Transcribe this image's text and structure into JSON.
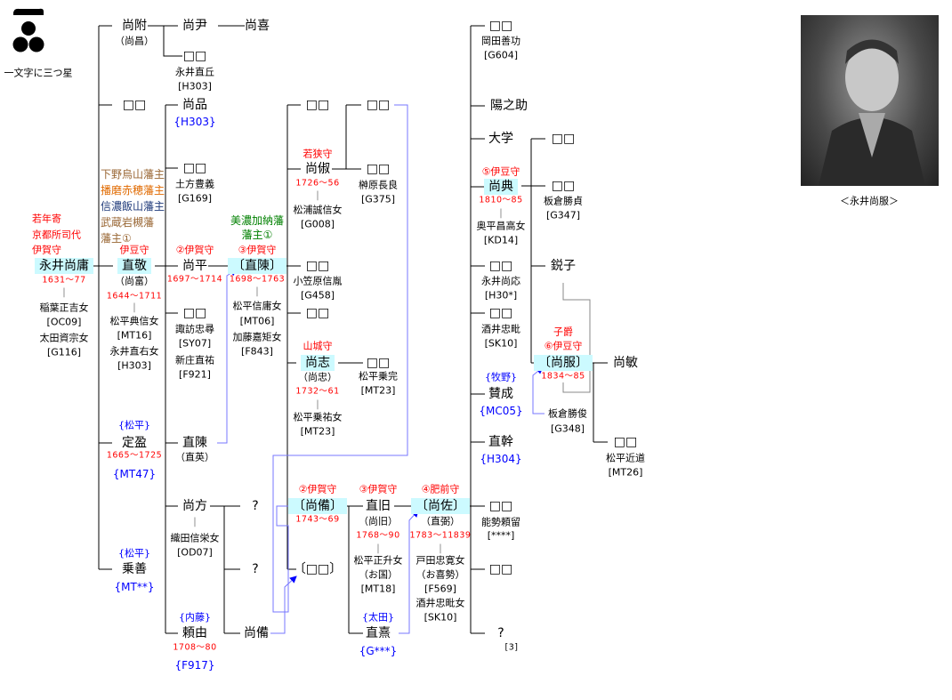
{
  "colors": {
    "red": "#ff0000",
    "blue": "#0000ff",
    "green": "#008000",
    "brown": "#996633",
    "orange": "#e06a00",
    "navy": "#1f3a7a",
    "highlight": "#ccfaff",
    "bluewire": "#7777ff"
  },
  "crest": {
    "label": "一文字に三つ星"
  },
  "portrait": {
    "caption": "＜永井尚服＞"
  },
  "nodes": [
    {
      "id": "naohisa_titles",
      "lines": [
        {
          "text": "若年寄",
          "kind": "title",
          "color": "#ff0000"
        },
        {
          "text": "京都所司代",
          "kind": "title",
          "color": "#ff0000"
        },
        {
          "text": "伊賀守",
          "kind": "title",
          "color": "#ff0000"
        }
      ]
    },
    {
      "id": "naohisa",
      "lines": [
        {
          "text": "永井尚庸",
          "kind": "name",
          "hl": true
        },
        {
          "text": "1631〜77",
          "kind": "date",
          "color": "#ff0000"
        },
        {
          "text": "|",
          "kind": "bar"
        },
        {
          "text": "稲葉正吉女",
          "kind": "note"
        },
        {
          "text": "[OC09]",
          "kind": "note"
        },
        {
          "text": "太田資宗女",
          "kind": "note"
        },
        {
          "text": "[G116]",
          "kind": "note"
        }
      ]
    },
    {
      "id": "naotsuku",
      "lines": [
        {
          "text": "尚附",
          "kind": "name"
        },
        {
          "text": "（尚昌）",
          "kind": "note"
        }
      ]
    },
    {
      "id": "unk_b2",
      "lines": [
        {
          "text": "□□",
          "kind": "name"
        }
      ]
    },
    {
      "id": "domains",
      "lines": [
        {
          "text": "下野烏山藩主",
          "kind": "tag",
          "color": "#996633"
        },
        {
          "text": "播磨赤穂藩主",
          "kind": "tag",
          "color": "#e06a00"
        },
        {
          "text": "信濃飯山藩主",
          "kind": "tag",
          "color": "#1f3a7a"
        },
        {
          "text": "武蔵岩槻藩",
          "kind": "tag",
          "color": "#996633"
        },
        {
          "text": "藩主①",
          "kind": "tag",
          "color": "#996633"
        }
      ]
    },
    {
      "id": "naohiro",
      "lines": [
        {
          "text": "伊豆守",
          "kind": "title",
          "color": "#ff0000"
        },
        {
          "text": "直敬",
          "kind": "name",
          "hl": true
        },
        {
          "text": "（尚富）",
          "kind": "note"
        },
        {
          "text": "1644〜1711",
          "kind": "date",
          "color": "#ff0000"
        },
        {
          "text": "|",
          "kind": "bar"
        },
        {
          "text": "松平典信女",
          "kind": "note"
        },
        {
          "text": "[MT16]",
          "kind": "note"
        },
        {
          "text": "永井直右女",
          "kind": "note"
        },
        {
          "text": "[H303]",
          "kind": "note"
        }
      ]
    },
    {
      "id": "sadamitsu",
      "lines": [
        {
          "text": "{松平}",
          "kind": "note",
          "color": "#0000ff"
        },
        {
          "text": "定盈",
          "kind": "name"
        },
        {
          "text": "1665〜1725",
          "kind": "date",
          "color": "#ff0000"
        },
        {
          "text": "{MT47}",
          "kind": "tag",
          "color": "#0000ff"
        }
      ]
    },
    {
      "id": "noriyoshi",
      "lines": [
        {
          "text": "{松平}",
          "kind": "note",
          "color": "#0000ff"
        },
        {
          "text": "乗善",
          "kind": "name"
        },
        {
          "text": "{MT**}",
          "kind": "tag",
          "color": "#0000ff"
        }
      ]
    },
    {
      "id": "naotada",
      "lines": [
        {
          "text": "尚尹",
          "kind": "name"
        }
      ]
    },
    {
      "id": "naoyoshi",
      "lines": [
        {
          "text": "尚喜",
          "kind": "name"
        }
      ]
    },
    {
      "id": "unk_c1",
      "lines": [
        {
          "text": "□□",
          "kind": "name"
        },
        {
          "text": "永井直丘",
          "kind": "note"
        },
        {
          "text": "[H303]",
          "kind": "note"
        }
      ]
    },
    {
      "id": "naoshina",
      "lines": [
        {
          "text": "尚品",
          "kind": "name"
        },
        {
          "text": "{H303}",
          "kind": "tag",
          "color": "#0000ff"
        }
      ]
    },
    {
      "id": "unk_c2",
      "lines": [
        {
          "text": "□□",
          "kind": "name"
        },
        {
          "text": "土方豊義",
          "kind": "note"
        },
        {
          "text": "[G169]",
          "kind": "note"
        }
      ]
    },
    {
      "id": "naohira",
      "lines": [
        {
          "text": "②伊賀守",
          "kind": "title",
          "color": "#ff0000"
        },
        {
          "text": "尚平",
          "kind": "name"
        },
        {
          "text": "1697〜1714",
          "kind": "date",
          "color": "#ff0000"
        }
      ]
    },
    {
      "id": "unk_c3",
      "lines": [
        {
          "text": "□□",
          "kind": "name"
        },
        {
          "text": "諏訪忠尋",
          "kind": "note"
        },
        {
          "text": "[SY07]",
          "kind": "note"
        },
        {
          "text": "新庄直祐",
          "kind": "note"
        },
        {
          "text": "[F921]",
          "kind": "note"
        }
      ]
    },
    {
      "id": "naonobu_c",
      "lines": [
        {
          "text": "直陳",
          "kind": "name"
        },
        {
          "text": "（直英）",
          "kind": "note"
        }
      ]
    },
    {
      "id": "naokata",
      "lines": [
        {
          "text": "尚方",
          "kind": "name"
        },
        {
          "text": "|",
          "kind": "bar"
        },
        {
          "text": "織田信栄女",
          "kind": "note"
        },
        {
          "text": "[OD07]",
          "kind": "note"
        }
      ]
    },
    {
      "id": "yoriyoshi",
      "lines": [
        {
          "text": "{内藤}",
          "kind": "note",
          "color": "#0000ff"
        },
        {
          "text": "頼由",
          "kind": "name"
        },
        {
          "text": "1708〜80",
          "kind": "date",
          "color": "#ff0000"
        },
        {
          "text": "{F917}",
          "kind": "tag",
          "color": "#0000ff"
        }
      ]
    },
    {
      "id": "naonobu",
      "lines": [
        {
          "text": "美濃加納藩",
          "kind": "tag",
          "color": "#008000"
        },
        {
          "text": "藩主①",
          "kind": "tag",
          "color": "#008000"
        },
        {
          "text": "③伊賀守",
          "kind": "title",
          "color": "#ff0000"
        },
        {
          "text": "〔直陳〕",
          "kind": "name",
          "hl": true
        },
        {
          "text": "1698〜1763",
          "kind": "date",
          "color": "#ff0000"
        },
        {
          "text": "|",
          "kind": "bar"
        },
        {
          "text": "松平信庸女",
          "kind": "note"
        },
        {
          "text": "[MT06]",
          "kind": "note"
        },
        {
          "text": "加藤嘉矩女",
          "kind": "note"
        },
        {
          "text": "[F843]",
          "kind": "note"
        }
      ]
    },
    {
      "id": "unk_d1",
      "lines": [
        {
          "text": "□□",
          "kind": "name"
        }
      ]
    },
    {
      "id": "naoyoshi2",
      "lines": [
        {
          "text": "若狭守",
          "kind": "title",
          "color": "#ff0000"
        },
        {
          "text": "尚俶",
          "kind": "name"
        },
        {
          "text": "1726〜56",
          "kind": "date",
          "color": "#ff0000"
        },
        {
          "text": "|",
          "kind": "bar"
        },
        {
          "text": "松浦誠信女",
          "kind": "note"
        },
        {
          "text": "[G008]",
          "kind": "note"
        }
      ]
    },
    {
      "id": "unk_d3",
      "lines": [
        {
          "text": "□□",
          "kind": "name"
        },
        {
          "text": "小笠原信胤",
          "kind": "note"
        },
        {
          "text": "[G458]",
          "kind": "note"
        }
      ]
    },
    {
      "id": "unk_d4",
      "lines": [
        {
          "text": "□□",
          "kind": "name"
        }
      ]
    },
    {
      "id": "naoyuki",
      "lines": [
        {
          "text": "山城守",
          "kind": "title",
          "color": "#ff0000"
        },
        {
          "text": "尚志",
          "kind": "name",
          "hl": true
        },
        {
          "text": "（尚忠）",
          "kind": "note"
        },
        {
          "text": "1732〜61",
          "kind": "date",
          "color": "#ff0000"
        },
        {
          "text": "|",
          "kind": "bar"
        },
        {
          "text": "松平乗祐女",
          "kind": "note"
        },
        {
          "text": "[MT23]",
          "kind": "note"
        }
      ]
    },
    {
      "id": "naonari",
      "lines": [
        {
          "text": "②伊賀守",
          "kind": "title",
          "color": "#ff0000"
        },
        {
          "text": "〔尚備〕",
          "kind": "name",
          "hl": true
        },
        {
          "text": "1743〜69",
          "kind": "date",
          "color": "#ff0000"
        }
      ]
    },
    {
      "id": "unk_d6",
      "lines": [
        {
          "text": "〔□□〕",
          "kind": "name"
        }
      ]
    },
    {
      "id": "unk_e1",
      "lines": [
        {
          "text": "□□",
          "kind": "name"
        }
      ]
    },
    {
      "id": "unk_e2",
      "lines": [
        {
          "text": "□□",
          "kind": "name"
        },
        {
          "text": "榊原長良",
          "kind": "note"
        },
        {
          "text": "[G375]",
          "kind": "note"
        }
      ]
    },
    {
      "id": "unk_e3",
      "lines": [
        {
          "text": "□□",
          "kind": "name"
        },
        {
          "text": "松平乗完",
          "kind": "note"
        },
        {
          "text": "[MT23]",
          "kind": "note"
        }
      ]
    },
    {
      "id": "q1",
      "lines": [
        {
          "text": "?",
          "kind": "name"
        }
      ]
    },
    {
      "id": "q2",
      "lines": [
        {
          "text": "?",
          "kind": "name"
        }
      ]
    },
    {
      "id": "naonari2",
      "lines": [
        {
          "text": "尚備",
          "kind": "name"
        }
      ]
    },
    {
      "id": "naomoto",
      "lines": [
        {
          "text": "③伊賀守",
          "kind": "title",
          "color": "#ff0000"
        },
        {
          "text": "直旧",
          "kind": "name"
        },
        {
          "text": "（尚旧）",
          "kind": "note"
        },
        {
          "text": "1768〜90",
          "kind": "date",
          "color": "#ff0000"
        },
        {
          "text": "|",
          "kind": "bar"
        },
        {
          "text": "松平正升女",
          "kind": "note"
        },
        {
          "text": "（お国）",
          "kind": "note"
        },
        {
          "text": "[MT18]",
          "kind": "note"
        }
      ]
    },
    {
      "id": "naohiro2",
      "lines": [
        {
          "text": "{太田}",
          "kind": "note",
          "color": "#0000ff"
        },
        {
          "text": "直熹",
          "kind": "name"
        },
        {
          "text": "{G***}",
          "kind": "tag",
          "color": "#0000ff"
        }
      ]
    },
    {
      "id": "naosuke",
      "lines": [
        {
          "text": "④肥前守",
          "kind": "title",
          "color": "#ff0000"
        },
        {
          "text": "〔尚佐〕",
          "kind": "name",
          "hl": true
        },
        {
          "text": "（直弼）",
          "kind": "note"
        },
        {
          "text": "1783〜11839",
          "kind": "date",
          "color": "#ff0000"
        },
        {
          "text": "|",
          "kind": "bar"
        },
        {
          "text": "戸田忠寛女",
          "kind": "note"
        },
        {
          "text": "（お喜勢）",
          "kind": "note"
        },
        {
          "text": "[F569]",
          "kind": "note"
        },
        {
          "text": "酒井忠毗女",
          "kind": "note"
        },
        {
          "text": "[SK10]",
          "kind": "note"
        }
      ]
    },
    {
      "id": "e_1",
      "lines": [
        {
          "text": "□□",
          "kind": "name"
        },
        {
          "text": "岡田善功",
          "kind": "note"
        },
        {
          "text": "[G604]",
          "kind": "note"
        }
      ]
    },
    {
      "id": "e_2",
      "lines": [
        {
          "text": "陽之助",
          "kind": "name"
        }
      ]
    },
    {
      "id": "e_3",
      "lines": [
        {
          "text": "大学",
          "kind": "name"
        }
      ]
    },
    {
      "id": "naonori",
      "lines": [
        {
          "text": "⑤伊豆守",
          "kind": "title",
          "color": "#ff0000"
        },
        {
          "text": "尚典",
          "kind": "name",
          "hl": true
        },
        {
          "text": "1810〜85",
          "kind": "date",
          "color": "#ff0000"
        },
        {
          "text": "|",
          "kind": "bar"
        },
        {
          "text": "奥平昌高女",
          "kind": "note"
        },
        {
          "text": "[KD14]",
          "kind": "note"
        }
      ]
    },
    {
      "id": "e_5",
      "lines": [
        {
          "text": "□□",
          "kind": "name"
        },
        {
          "text": "永井尚応",
          "kind": "note"
        },
        {
          "text": "[H30*]",
          "kind": "note"
        }
      ]
    },
    {
      "id": "e_6",
      "lines": [
        {
          "text": "□□",
          "kind": "name"
        },
        {
          "text": "酒井忠毗",
          "kind": "note"
        },
        {
          "text": "[SK10]",
          "kind": "note"
        }
      ]
    },
    {
      "id": "e_7",
      "lines": [
        {
          "text": "{牧野}",
          "kind": "note",
          "color": "#0000ff"
        },
        {
          "text": "賛成",
          "kind": "name"
        },
        {
          "text": "{MC05}",
          "kind": "tag",
          "color": "#0000ff"
        }
      ]
    },
    {
      "id": "e_8",
      "lines": [
        {
          "text": "直幹",
          "kind": "name"
        },
        {
          "text": "{H304}",
          "kind": "tag",
          "color": "#0000ff"
        }
      ]
    },
    {
      "id": "e_9",
      "lines": [
        {
          "text": "□□",
          "kind": "name"
        },
        {
          "text": "能勢頼留",
          "kind": "note"
        },
        {
          "text": "[****]",
          "kind": "note"
        }
      ]
    },
    {
      "id": "e_10",
      "lines": [
        {
          "text": "□□",
          "kind": "name"
        }
      ]
    },
    {
      "id": "e_11",
      "lines": [
        {
          "text": "?",
          "kind": "name"
        }
      ]
    },
    {
      "id": "e_11_note",
      "lines": [
        {
          "text": "[3]",
          "kind": "date"
        }
      ]
    },
    {
      "id": "f_1",
      "lines": [
        {
          "text": "□□",
          "kind": "name"
        }
      ]
    },
    {
      "id": "f_2",
      "lines": [
        {
          "text": "□□",
          "kind": "name"
        },
        {
          "text": "板倉勝貞",
          "kind": "note"
        },
        {
          "text": "[G347]",
          "kind": "note"
        }
      ]
    },
    {
      "id": "f_3",
      "lines": [
        {
          "text": "鋭子",
          "kind": "name"
        }
      ]
    },
    {
      "id": "naokoto",
      "lines": [
        {
          "text": "子爵",
          "kind": "title",
          "color": "#ff0000"
        },
        {
          "text": "⑥伊豆守",
          "kind": "title",
          "color": "#ff0000"
        },
        {
          "text": "〔尚服〕",
          "kind": "name",
          "hl": true
        },
        {
          "text": "1834〜85",
          "kind": "date",
          "color": "#ff0000"
        }
      ]
    },
    {
      "id": "f_adopt",
      "lines": [
        {
          "text": "板倉勝俊",
          "kind": "note"
        },
        {
          "text": "[G348]",
          "kind": "note"
        }
      ]
    },
    {
      "id": "g_1",
      "lines": [
        {
          "text": "尚敏",
          "kind": "name"
        }
      ]
    },
    {
      "id": "g_2",
      "lines": [
        {
          "text": "□□",
          "kind": "name"
        },
        {
          "text": "松平近道",
          "kind": "note"
        },
        {
          "text": "[MT26]",
          "kind": "note"
        }
      ]
    }
  ]
}
